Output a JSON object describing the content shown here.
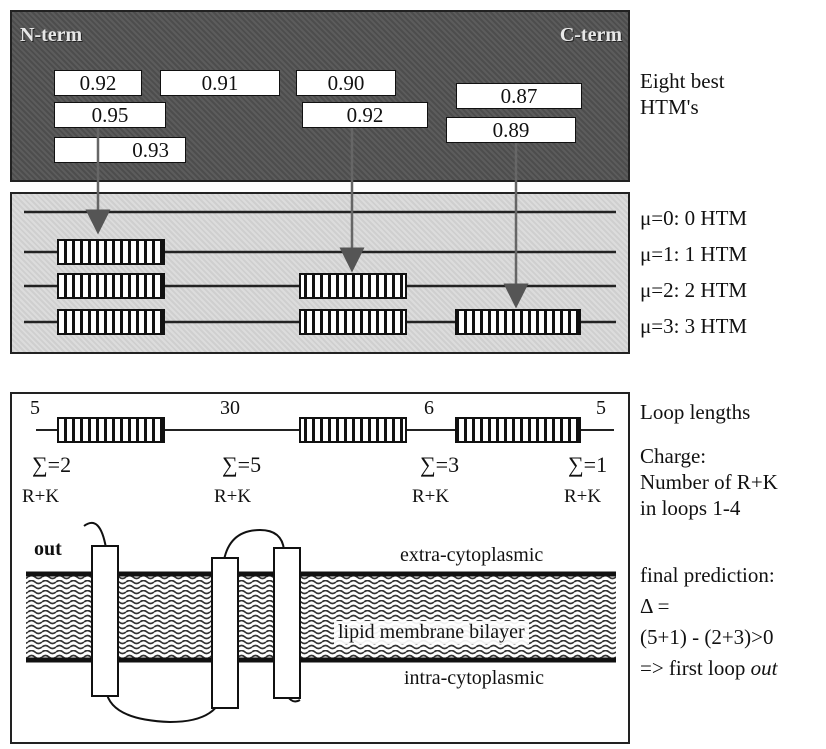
{
  "top": {
    "n_term": "N-term",
    "c_term": "C-term",
    "scores": [
      "0.92",
      "0.91",
      "0.90",
      "0.87",
      "0.95",
      "0.92",
      "0.89",
      "0.93"
    ]
  },
  "right": {
    "best_label_line1": "Eight best",
    "best_label_line2": "HTM's",
    "mu_lines": [
      "μ=0: 0 HTM",
      "μ=1: 1 HTM",
      "μ=2: 2 HTM",
      "μ=3: 3 HTM"
    ],
    "loop_lengths": "Loop lengths",
    "charge_line1": "Charge:",
    "charge_line2": "Number of R+K",
    "charge_line3": "in loops 1-4",
    "final_line1": "final prediction:",
    "final_line2": "Δ =",
    "final_line3": "(5+1) - (2+3)>0",
    "final_line4_prefix": "=> first loop ",
    "final_line4_emph": "out"
  },
  "loops": {
    "lengths": [
      "5",
      "30",
      "6",
      "5"
    ],
    "sums": [
      "∑=2",
      "∑=5",
      "∑=3",
      "∑=1"
    ],
    "rk": [
      "R+K",
      "R+K",
      "R+K",
      "R+K"
    ]
  },
  "membrane": {
    "out_label": "out",
    "extra": "extra-cytoplasmic",
    "bilayer": "lipid membrane bilayer",
    "intra": "intra-cytoplasmic"
  }
}
